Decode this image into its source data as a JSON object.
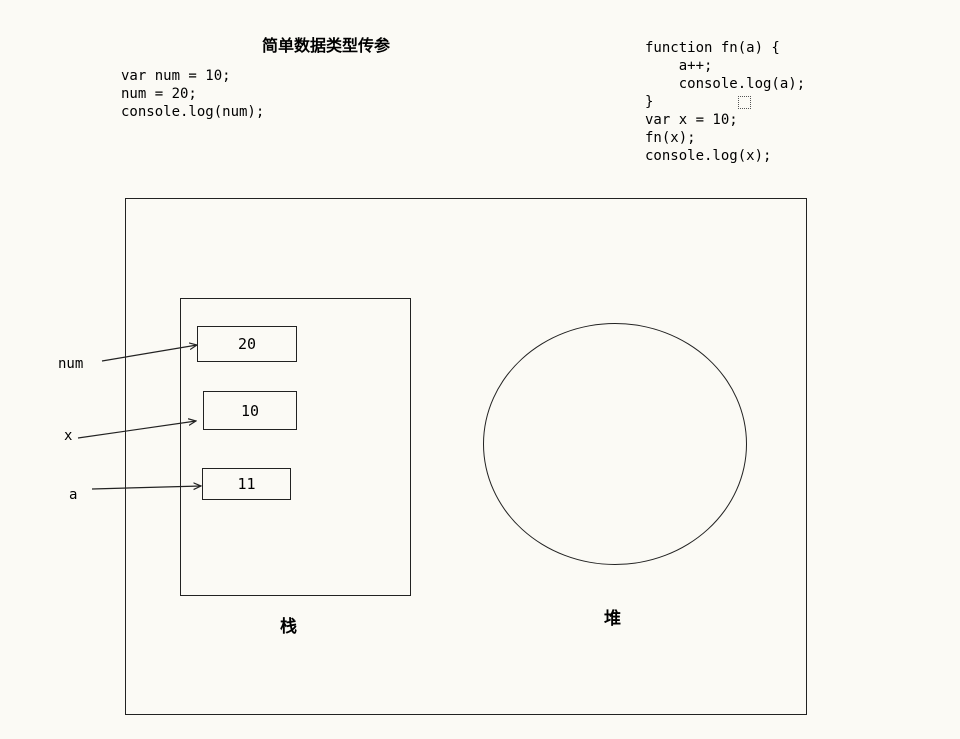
{
  "title": "简单数据类型传参",
  "code_left": [
    "var num = 10;",
    "num = 20;",
    "console.log(num);"
  ],
  "code_right": [
    "function fn(a) {",
    "    a++;",
    "    console.log(a);",
    "}",
    "var x = 10;",
    "fn(x);",
    "console.log(x);"
  ],
  "stack": {
    "label": "栈",
    "cells": [
      "20",
      "10",
      "11"
    ]
  },
  "heap": {
    "label": "堆"
  },
  "variables": [
    "num",
    "x",
    "a"
  ]
}
